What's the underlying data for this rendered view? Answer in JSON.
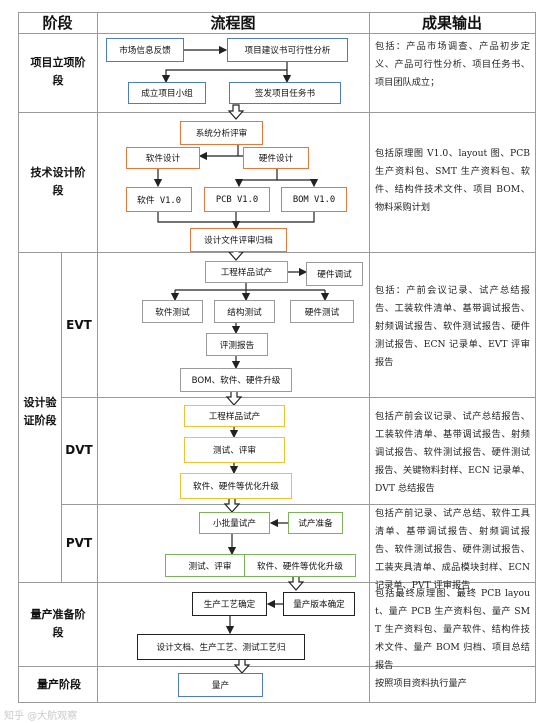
{
  "header": {
    "col_stage": "阶段",
    "col_flow": "流程图",
    "col_output": "成果输出"
  },
  "stages": {
    "s1": "项目立项阶段",
    "s2": "技术设计阶段",
    "s3": "设计验证阶段",
    "s4": "量产准备阶段",
    "s5": "量产阶段"
  },
  "sub_stages": {
    "evt": "EVT",
    "dvt": "DVT",
    "pvt": "PVT"
  },
  "boxes": {
    "market": "市场信息反馈",
    "feasibility": "项目建议书可行性分析",
    "team": "成立项目小组",
    "task": "签发项目任务书",
    "sysreview": "系统分析评审",
    "swdesign": "软件设计",
    "hwdesign": "硬件设计",
    "swv": "软件 V1.0",
    "pcbv": "PCB V1.0",
    "bomv": "BOM V1.0",
    "archive": "设计文件评审归档",
    "evt_proto": "工程样品试产",
    "hwdebug": "硬件调试",
    "swtest": "软件测试",
    "structtest": "结构测试",
    "hwtest": "硬件测试",
    "evalreport": "评测报告",
    "evt_upgrade": "BOM、软件、硬件升级",
    "dvt_proto": "工程样品试产",
    "dvt_test": "测试、评审",
    "dvt_upgrade": "软件、硬件等优化升级",
    "pvt_small": "小批量试产",
    "pvt_trial": "试产准备",
    "pvt_test": "测试、评审",
    "pvt_upgrade": "软件、硬件等优化升级",
    "proc_confirm": "生产工艺确定",
    "ver_confirm": "量产版本确定",
    "docs": "设计文档、生产工艺、测试工艺归",
    "mass": "量产"
  },
  "outputs": {
    "s1": "包括：产品市场调查、产品初步定义、产品可行性分析、项目任务书、项目团队成立；",
    "s2": "包括原理图 V1.0、layout 图、PCB 生产资料包、SMT 生产资料包、软件、结构件技术文件、项目 BOM、物料采购计划",
    "evt": "包括：产前会议记录、试产总结报告、工装软件清单、基带调试报告、射频调试报告、软件测试报告、硬件测试报告、ECN 记录单、EVT 评审报告",
    "dvt": "包括产前会议记录、试产总结报告、工装软件清单、基带调试报告、射频调试报告、软件测试报告、硬件测试报告、关键物料封样、ECN 记录单、DVT 总结报告",
    "pvt": "包括产前记录、试产总结、软件工具清单、基带调试报告、射频调试报告、软件测试报告、硬件测试报告、工装夹具清单、成品模块封样、ECN 记录单、PVT 评审报告",
    "s4": "包括最终原理图、最终 PCB layout、量产 PCB 生产资料包、量产 SMT 生产资料包、量产软件、结构件技术文件、量产 BOM 归档、项目总结报告",
    "s5": "按照项目资料执行量产"
  },
  "watermark": "知乎 @大航观察"
}
